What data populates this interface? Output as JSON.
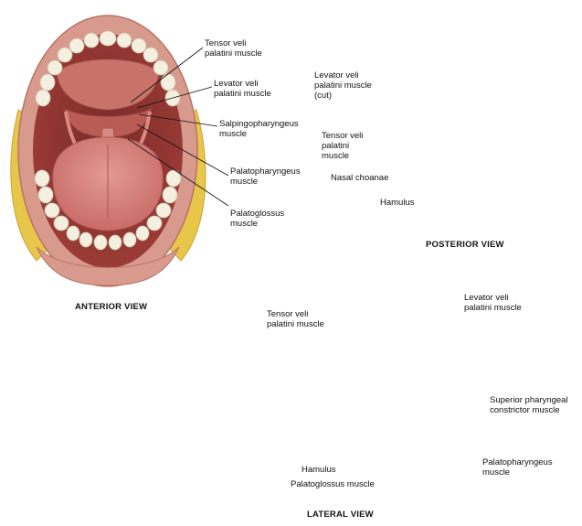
{
  "anterior": {
    "caption": "ANTERIOR VIEW",
    "labels": {
      "tensor": "Tensor veli\npalatini muscle",
      "levator": "Levator veli\npalatini muscle",
      "salpingo": "Salpingopharyngeus\nmuscle",
      "palatopharyngeus": "Palatopharyngeus\nmuscle",
      "palatoglossus": "Palatoglossus\nmuscle"
    }
  },
  "posterior": {
    "caption": "POSTERIOR VIEW",
    "labels": {
      "levator_cut": "Levator veli\npalatini muscle\n(cut)",
      "tensor": "Tensor veli\npalatini\nmuscle",
      "choanae": "Nasal choanae",
      "hamulus": "Hamulus"
    }
  },
  "lateral": {
    "caption": "LATERAL VIEW",
    "labels": {
      "tensor": "Tensor veli\npalatini muscle",
      "levator": "Levator veli\npalatini muscle",
      "superior": "Superior pharyngeal\nconstrictor muscle",
      "palatopharyngeus": "Palatopharyngeus\nmuscle",
      "hamulus": "Hamulus",
      "palatoglossus": "Palatoglossus muscle"
    }
  },
  "colors": {
    "lip": "#d99a8e",
    "mucosa": "#b8524d",
    "muscle": "#a8473f",
    "tongue": "#d47e7a",
    "tooth": "#f5efe0",
    "bone": "#e9dcb5",
    "fat": "#e8c64a"
  }
}
